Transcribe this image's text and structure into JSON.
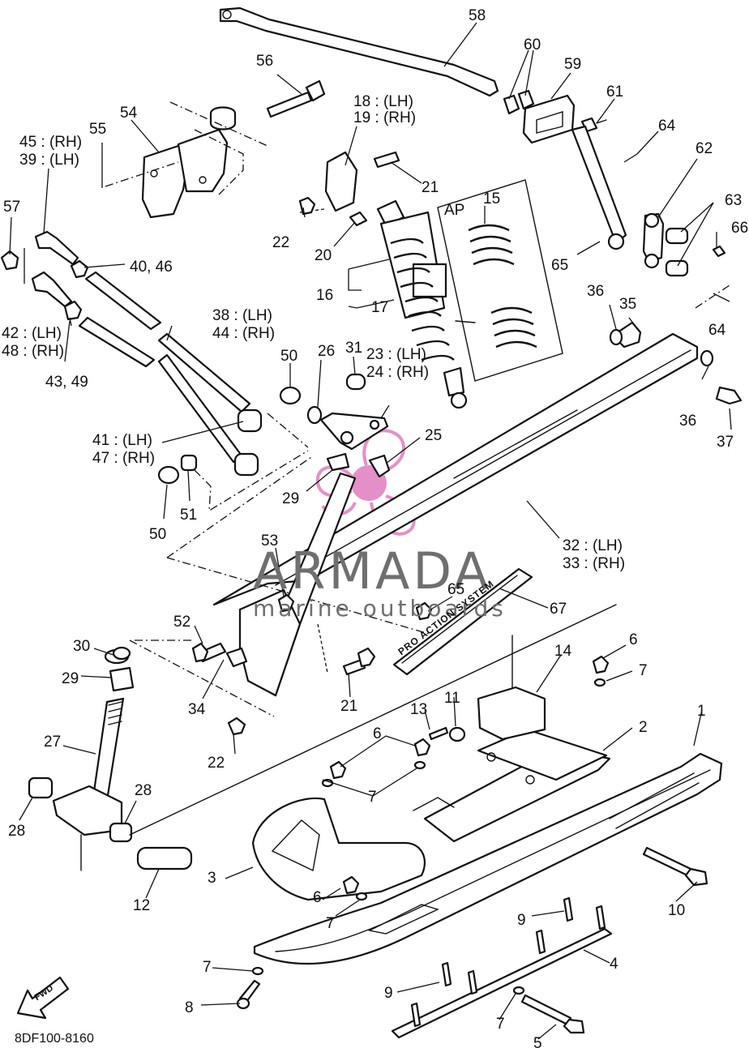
{
  "diagram": {
    "code": "8DF100-8160",
    "inset_label": "AP",
    "fwd_label": "FWD",
    "emblem_text": "PRO ACTION SYSTEM",
    "colors": {
      "line": "#111111",
      "background": "#ffffff",
      "watermark_gray": "#6f6f6f",
      "watermark_pink": "#e58fc8"
    },
    "callouts": [
      {
        "id": "c58",
        "text": "58"
      },
      {
        "id": "c60",
        "text": "60"
      },
      {
        "id": "c59",
        "text": "59"
      },
      {
        "id": "c61",
        "text": "61"
      },
      {
        "id": "c56",
        "text": "56"
      },
      {
        "id": "c18",
        "text": "18 : (LH)"
      },
      {
        "id": "c19",
        "text": "19 : (RH)"
      },
      {
        "id": "c64a",
        "text": "64"
      },
      {
        "id": "c62",
        "text": "62"
      },
      {
        "id": "c54",
        "text": "54"
      },
      {
        "id": "c55",
        "text": "55"
      },
      {
        "id": "c45",
        "text": "45 : (RH)"
      },
      {
        "id": "c39",
        "text": "39 : (LH)"
      },
      {
        "id": "c21a",
        "text": "21"
      },
      {
        "id": "c15",
        "text": "15"
      },
      {
        "id": "c63",
        "text": "63"
      },
      {
        "id": "c66",
        "text": "66"
      },
      {
        "id": "c57",
        "text": "57"
      },
      {
        "id": "c22a",
        "text": "22"
      },
      {
        "id": "c65a",
        "text": "65"
      },
      {
        "id": "c40",
        "text": "40, 46"
      },
      {
        "id": "c20",
        "text": "20"
      },
      {
        "id": "c16",
        "text": "16"
      },
      {
        "id": "c17",
        "text": "17"
      },
      {
        "id": "c36a",
        "text": "36"
      },
      {
        "id": "c35",
        "text": "35"
      },
      {
        "id": "c64b",
        "text": "64"
      },
      {
        "id": "c42",
        "text": "42 : (LH)"
      },
      {
        "id": "c48",
        "text": "48 : (RH)"
      },
      {
        "id": "c38",
        "text": "38 : (LH)"
      },
      {
        "id": "c44",
        "text": "44 : (RH)"
      },
      {
        "id": "c43",
        "text": "43, 49"
      },
      {
        "id": "c31",
        "text": "31"
      },
      {
        "id": "c50a",
        "text": "50"
      },
      {
        "id": "c26",
        "text": "26"
      },
      {
        "id": "c23",
        "text": "23 : (LH)"
      },
      {
        "id": "c24",
        "text": "24 : (RH)"
      },
      {
        "id": "c36b",
        "text": "36"
      },
      {
        "id": "c37",
        "text": "37"
      },
      {
        "id": "c41",
        "text": "41 : (LH)"
      },
      {
        "id": "c47",
        "text": "47 : (RH)"
      },
      {
        "id": "c25",
        "text": "25"
      },
      {
        "id": "c29a",
        "text": "29"
      },
      {
        "id": "c51",
        "text": "51"
      },
      {
        "id": "c50b",
        "text": "50"
      },
      {
        "id": "c32",
        "text": "32 : (LH)"
      },
      {
        "id": "c33",
        "text": "33 : (RH)"
      },
      {
        "id": "c53",
        "text": "53"
      },
      {
        "id": "c65b",
        "text": "65"
      },
      {
        "id": "c67",
        "text": "67"
      },
      {
        "id": "c52",
        "text": "52"
      },
      {
        "id": "c30",
        "text": "30"
      },
      {
        "id": "c14",
        "text": "14"
      },
      {
        "id": "c6a",
        "text": "6"
      },
      {
        "id": "c7a",
        "text": "7"
      },
      {
        "id": "c29b",
        "text": "29"
      },
      {
        "id": "c34",
        "text": "34"
      },
      {
        "id": "c21b",
        "text": "21"
      },
      {
        "id": "c1",
        "text": "1"
      },
      {
        "id": "c11",
        "text": "11"
      },
      {
        "id": "c13",
        "text": "13"
      },
      {
        "id": "c2",
        "text": "2"
      },
      {
        "id": "c6b",
        "text": "6"
      },
      {
        "id": "c22b",
        "text": "22"
      },
      {
        "id": "c27",
        "text": "27"
      },
      {
        "id": "c7b",
        "text": "7"
      },
      {
        "id": "c28a",
        "text": "28"
      },
      {
        "id": "c28b",
        "text": "28"
      },
      {
        "id": "c12",
        "text": "12"
      },
      {
        "id": "c3",
        "text": "3"
      },
      {
        "id": "c10",
        "text": "10"
      },
      {
        "id": "c6c",
        "text": "6"
      },
      {
        "id": "c7c",
        "text": "7"
      },
      {
        "id": "c9a",
        "text": "9"
      },
      {
        "id": "c4",
        "text": "4"
      },
      {
        "id": "c7d",
        "text": "7"
      },
      {
        "id": "c9b",
        "text": "9"
      },
      {
        "id": "c8",
        "text": "8"
      },
      {
        "id": "c7e",
        "text": "7"
      },
      {
        "id": "c5",
        "text": "5"
      }
    ]
  },
  "watermark": {
    "brand": "ARMADA",
    "tagline": "marine outboards"
  }
}
